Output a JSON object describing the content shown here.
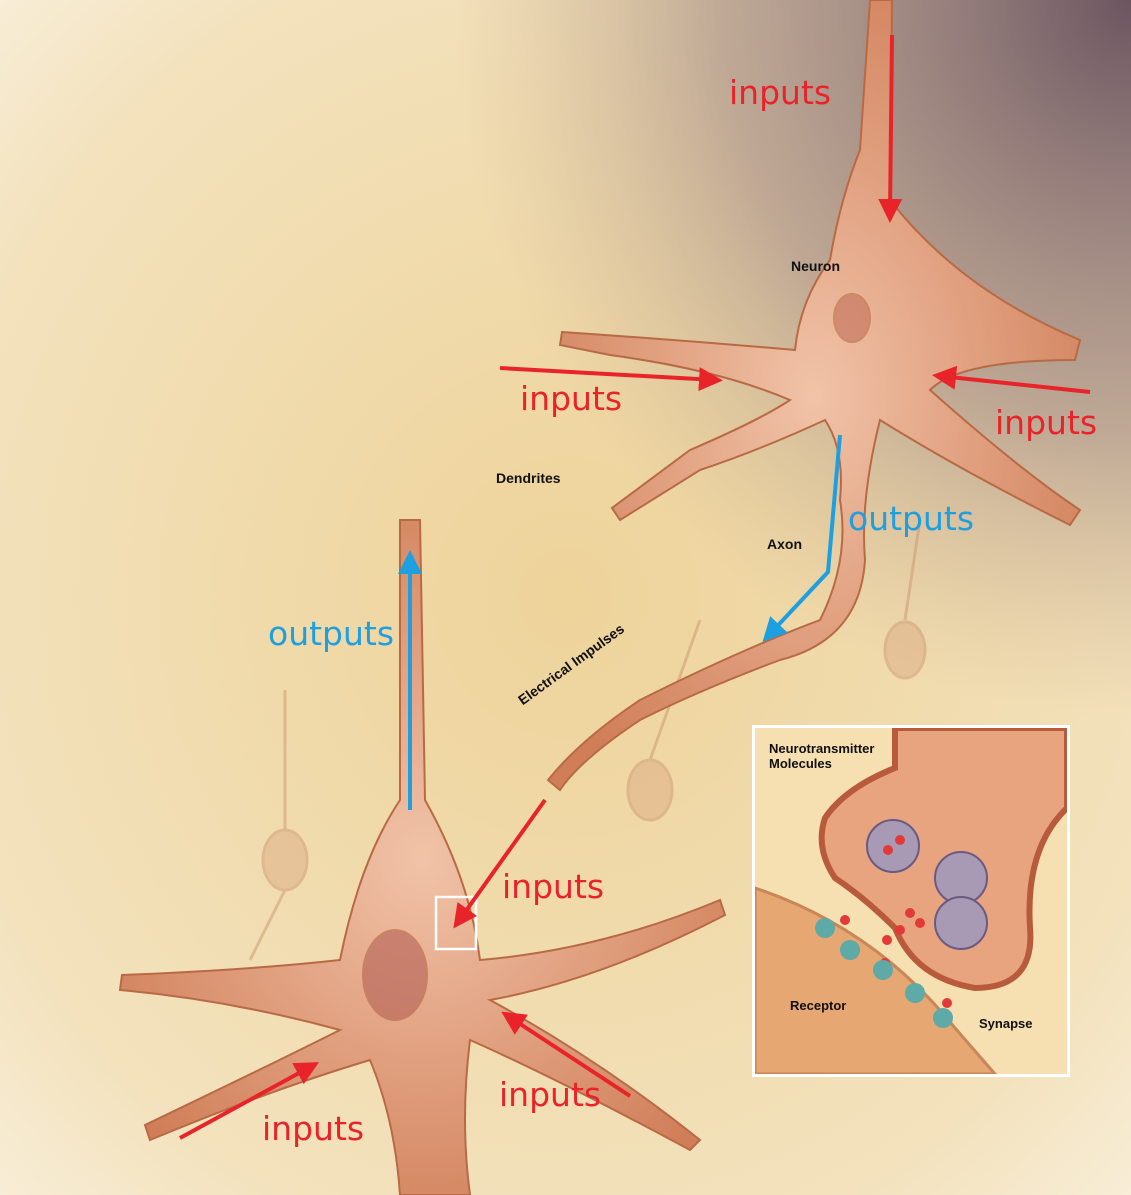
{
  "annotations": {
    "inputs_top": "inputs",
    "inputs_left": "inputs",
    "inputs_right": "inputs",
    "outputs_axon": "outputs",
    "outputs_lower": "outputs",
    "inputs_synapse": "inputs",
    "inputs_bottom_right": "inputs",
    "inputs_bottom_left": "inputs"
  },
  "labels": {
    "neuron": "Neuron",
    "dendrites": "Dendrites",
    "axon": "Axon",
    "electrical_impulses": "Electrical Impulses"
  },
  "inset": {
    "neurotransmitter": "Neurotransmitter Molecules",
    "receptor": "Receptor",
    "synapse": "Synapse"
  },
  "colors": {
    "inputs_arrow": "#e8232a",
    "outputs_arrow": "#1d9fe0",
    "neuron_body": "#d98a62"
  }
}
